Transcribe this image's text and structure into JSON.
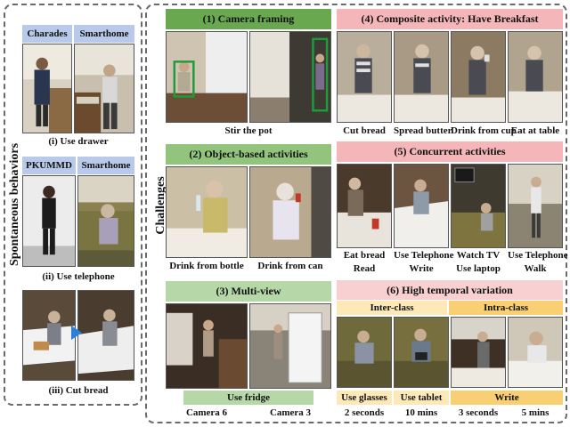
{
  "left": {
    "title": "Spontaneous behaviors",
    "datasets": {
      "charades": "Charades",
      "smarthome": "Smarthome",
      "pkummd": "PKUMMD"
    },
    "captions": {
      "drawer": "(i)   Use drawer",
      "telephone": "(ii) Use telephone",
      "bread": "(iii)   Cut bread"
    }
  },
  "right": {
    "title": "Challenges",
    "camera_framing": {
      "header": "(1)   Camera framing",
      "caption": "Stir the pot"
    },
    "object_based": {
      "header": "(2)  Object-based activities",
      "captions": [
        "Drink from bottle",
        "Drink from can"
      ]
    },
    "multi_view": {
      "header": "(3)   Multi-view",
      "action": "Use fridge",
      "cameras": [
        "Camera 6",
        "Camera 3"
      ]
    },
    "composite": {
      "header": "(4)  Composite activity: Have Breakfast",
      "captions": [
        "Cut bread",
        "Spread butter",
        "Drink from cup",
        "Eat at table"
      ]
    },
    "concurrent": {
      "header": "(5)    Concurrent activities",
      "top": [
        "Eat bread",
        "Use Telephone",
        "Watch TV",
        "Use Telephone"
      ],
      "bottom": [
        "Read",
        "Write",
        "Use laptop",
        "Walk"
      ]
    },
    "temporal": {
      "header": "(6)  High temporal variation",
      "inter": "Inter-class",
      "intra": "Intra-class",
      "labels": [
        "Use glasses",
        "Use tablet",
        "Write"
      ],
      "durations": [
        "2 seconds",
        "10 mins",
        "3 seconds",
        "5 mins"
      ]
    }
  },
  "colors": {
    "green_dark": "#6aa84f",
    "green_mid": "#93c47d",
    "green_light": "#b6d7a8",
    "pink": "#f4b6b8",
    "pink_light": "#f9d0d2",
    "blue": "#8eaadb",
    "peach": "#fde9b8",
    "orange": "#f8cf72",
    "box_green": "#1e9b3a"
  }
}
